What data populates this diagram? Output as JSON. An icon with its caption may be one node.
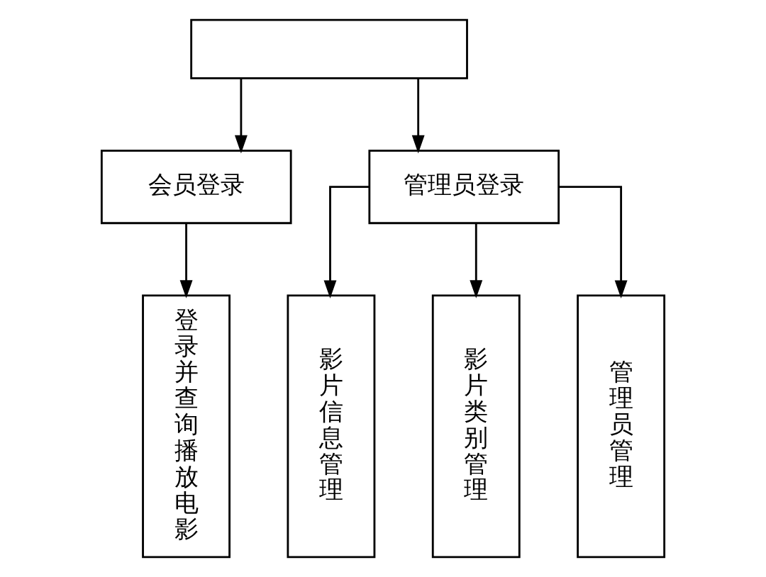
{
  "diagram": {
    "nodes": [
      {
        "text": [],
        "shape": "box"
      },
      {
        "text": [
          "会员登录"
        ]
      },
      {
        "text": [
          "管理员登录"
        ]
      },
      {
        "text": [
          "登录并查询播放电影"
        ]
      },
      {
        "text": [
          "影片信息管理"
        ]
      },
      {
        "text": [
          "影片类别管理"
        ]
      },
      {
        "text": [
          "管理员管理"
        ]
      }
    ],
    "edges": [
      {
        "from": 0,
        "to": 1,
        "arrow": "to"
      },
      {
        "from": 0,
        "to": 2,
        "arrow": "to"
      },
      {
        "from": 1,
        "to": 3,
        "arrow": "to"
      },
      {
        "from": 2,
        "to": 4,
        "arrow": "to"
      },
      {
        "from": 2,
        "to": 5,
        "arrow": "to"
      },
      {
        "from": 2,
        "to": 6,
        "arrow": "to"
      }
    ]
  }
}
